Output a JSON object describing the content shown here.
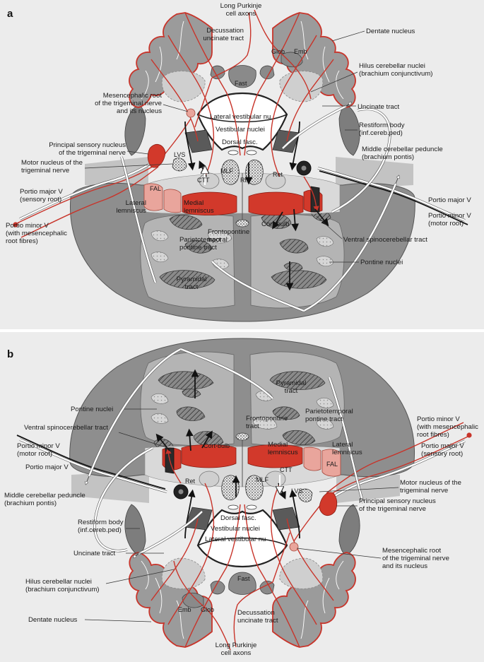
{
  "panels": {
    "a": {
      "letter": "a",
      "labels": {
        "long_purkinje": [
          "Long Purkinje",
          "cell axons"
        ],
        "decussation": [
          "Decussation",
          "uncinate tract"
        ],
        "dentate": "Dentate nucleus",
        "hilus": [
          "Hilus cerebellar nuclei",
          "(brachium conjunctivum)"
        ],
        "mesencephalic": [
          "Mesencephalic root",
          "of the trigeminal nerve",
          "and its nucleus"
        ],
        "lateral_vestibular": "Lateral vestibular nu",
        "vestibular_nuclei": "Vestibular nuclei",
        "uncinate": "Uncinate tract",
        "restiform": [
          "Restiform body",
          "(inf.cereb.ped)"
        ],
        "dorsal_fasc": "Dorsal fasc.",
        "principal_sensory": [
          "Principal sensory nucleus",
          "of the trigeminal nerve"
        ],
        "middle_peduncle": [
          "Middle cerebellar peduncle",
          "(brachium pontis)"
        ],
        "motor_nucleus": [
          "Motor nucleus of the",
          "trigeminal nerve"
        ],
        "portio_major_sensory": [
          "Portio major V",
          "(sensory root)"
        ],
        "portio_major": "Portio major V",
        "portio_minor_motor": [
          "Portio minor V",
          "(motor root)"
        ],
        "portio_minor_mesenc": [
          "Portio minor V",
          "(with mesencephalic",
          "root fibres)"
        ],
        "ventral_spinocerebellar": "Ventral spinocerebellar tract",
        "pontine_nuclei": "Pontine nuclei",
        "parietotemporal": [
          "Parietotemporal",
          "pontine tract"
        ],
        "frontopontine": [
          "Frontopontine",
          "tract"
        ],
        "pyramidal": [
          "Pyramidal",
          "tract"
        ],
        "lateral_lemniscus": [
          "Lateral",
          "lemniscus"
        ],
        "medial_lemniscus": [
          "Medial",
          "lemniscus"
        ],
        "cort_bulb": "Cort-bulb",
        "glob": "Glob",
        "emb": "Emb",
        "fast": "Fast",
        "lvs": "LVS",
        "ctt": "CTT",
        "mlf": "MLF",
        "ret": "Ret",
        "fal": "FAL",
        "rt": "Rt"
      }
    },
    "b": {
      "letter": "b",
      "labels": {
        "pontine_nuclei": "Pontine nuclei",
        "pyramidal": [
          "Pyramidal",
          "tract"
        ],
        "frontopontine": [
          "Frontopontine",
          "tract"
        ],
        "parietotemporal": [
          "Parietotemporal",
          "pontine tract"
        ],
        "ventral_spinocerebellar": "Ventral spinocerebellar tract",
        "portio_minor_mesenc": [
          "Portio minor V",
          "(with mesencephalic",
          "root fibres)"
        ],
        "portio_minor_motor": [
          "Portio minor V",
          "(motor root)"
        ],
        "portio_major": "Portio major V",
        "portio_major_sensory": [
          "Portio major V",
          "(sensory root)"
        ],
        "cort_bulb": "Cort-bulb",
        "medial_lemniscus": [
          "Medial",
          "lemniscus"
        ],
        "lateral_lemniscus": [
          "Lateral",
          "lemniscus"
        ],
        "fal": "FAL",
        "ret": "Ret",
        "ctt": "CTT",
        "mlf": "MLF",
        "lvs": "LVS",
        "motor_nucleus": [
          "Motor nucleus of the",
          "trigeminal nerve"
        ],
        "middle_peduncle": [
          "Middle cerebellar peduncle",
          "(brachium pontis)"
        ],
        "principal_sensory": [
          "Principal sensory nucleus",
          "of the trigeminal nerve"
        ],
        "restiform": [
          "Restiform body",
          "(inf.cereb.ped)"
        ],
        "dorsal_fasc": "Dorsal fasc.",
        "vestibular_nuclei": "Vestibular nuclei",
        "lateral_vestibular": "Lateral vestibular nu",
        "uncinate": "Uncinate tract",
        "mesencephalic": [
          "Mesencephalic root",
          "of the trigeminal nerve",
          "and its nucleus"
        ],
        "hilus": [
          "Hilus cerebellar nuclei",
          "(brachium conjunctivum)"
        ],
        "fast": "Fast",
        "emb": "Emb",
        "glob": "Glob",
        "dentate": "Dentate nucleus",
        "decussation": [
          "Decussation",
          "uncinate tract"
        ],
        "long_purkinje": [
          "Long Purkinje",
          "cell axons"
        ]
      }
    }
  },
  "colors": {
    "fiber_red": "#c8342a",
    "nucleus_red": "#d2392b",
    "nucleus_pink": "#e9a59c",
    "tissue_grey": "#8e8e8e",
    "panel_background": "#ececec"
  }
}
